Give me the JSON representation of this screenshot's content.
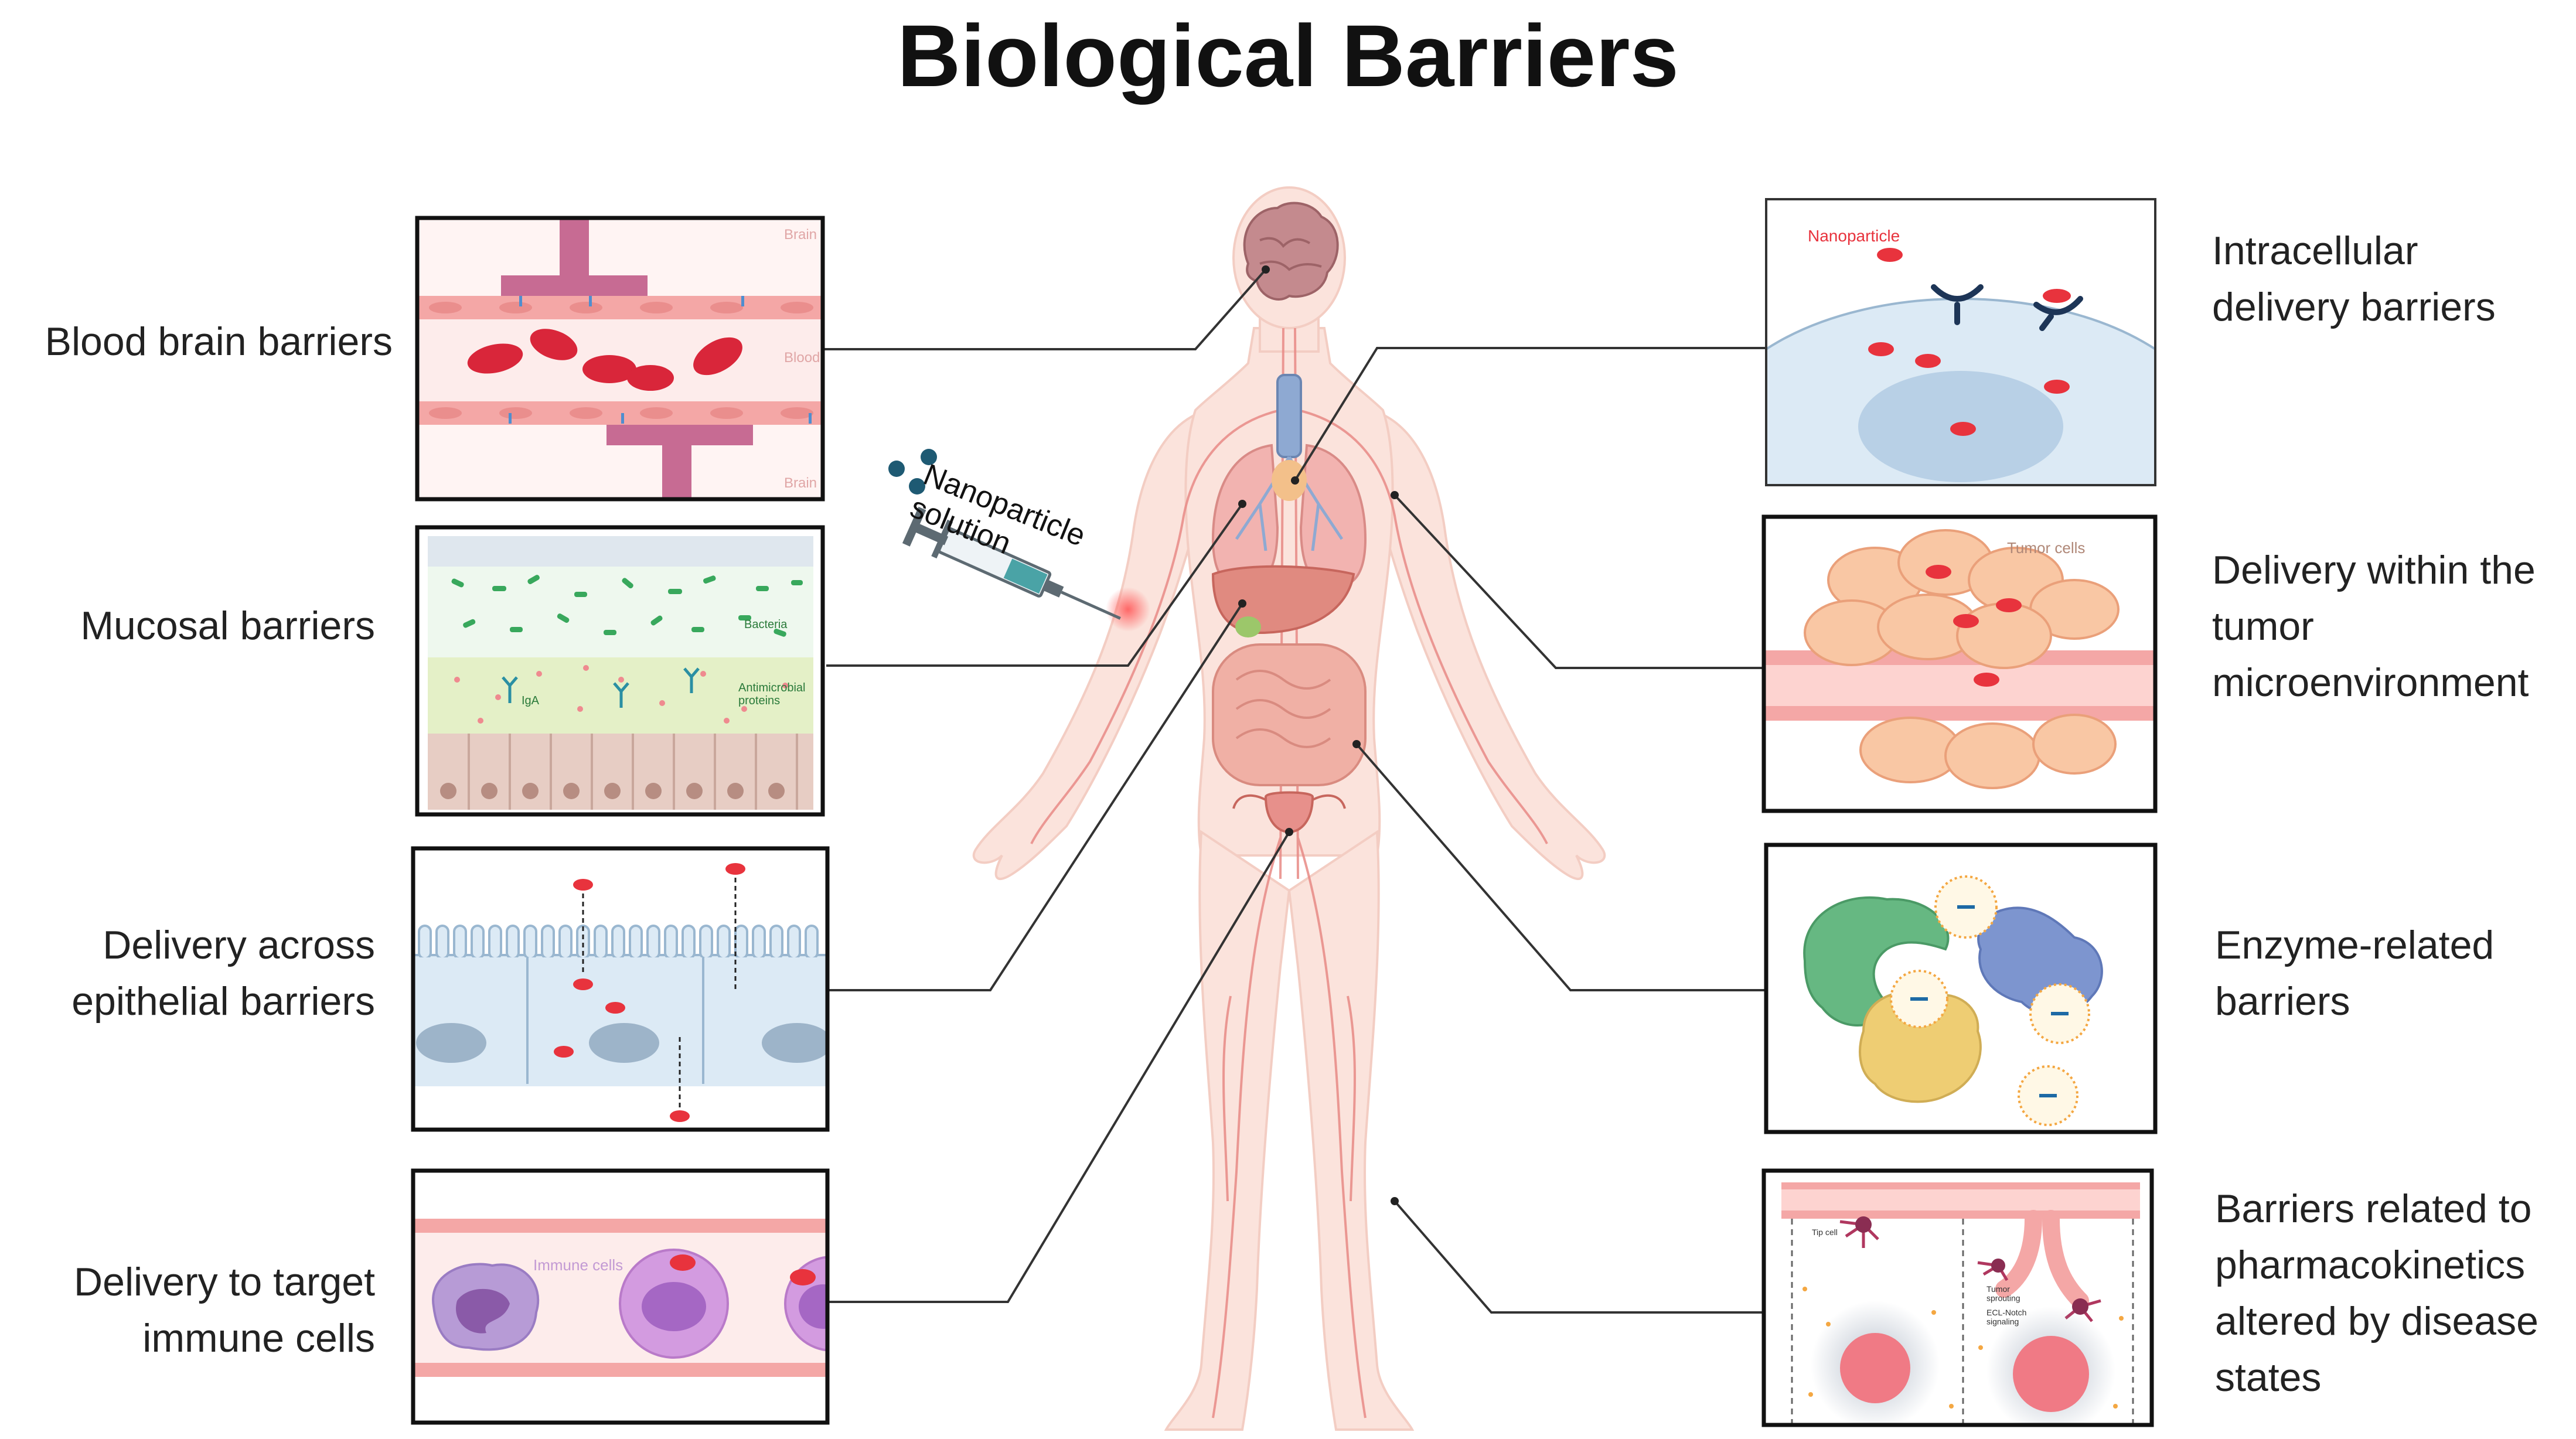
{
  "title": "Biological Barriers",
  "injection_label": "Nanoparticle\nsolution",
  "barriers_left": [
    {
      "label": "Blood brain barriers",
      "panel_text": [
        "Brain",
        "Blood",
        "Brain"
      ]
    },
    {
      "label": "Mucosal barriers",
      "panel_text": [
        "Bacteria",
        "IgA",
        "Antimicrobial\nproteins"
      ]
    },
    {
      "label": "Delivery across\nepithelial barriers",
      "panel_text": []
    },
    {
      "label": "Delivery to target\nimmune cells",
      "panel_text": [
        "Immune cells"
      ]
    }
  ],
  "barriers_right": [
    {
      "label": "Intracellular\ndelivery barriers",
      "panel_text": [
        "Nanoparticle"
      ]
    },
    {
      "label": "Delivery within the\ntumor\nmicroenvironment",
      "panel_text": [
        "Tumor cells"
      ]
    },
    {
      "label": "Enzyme-related\nbarriers",
      "panel_text": []
    },
    {
      "label": "Barriers related to\npharmacokinetics\naltered by disease\nstates",
      "panel_text": [
        "Tip cell",
        "Tumor\nsprouting",
        "ECL-Notch\nsignaling"
      ]
    }
  ],
  "colors": {
    "body": "#fbe3dc",
    "body_outline": "#f5cfc4",
    "vessel": "#e88a86",
    "nanoparticle": "#e8333d",
    "panel_border": "#111111",
    "connector": "#333333"
  }
}
